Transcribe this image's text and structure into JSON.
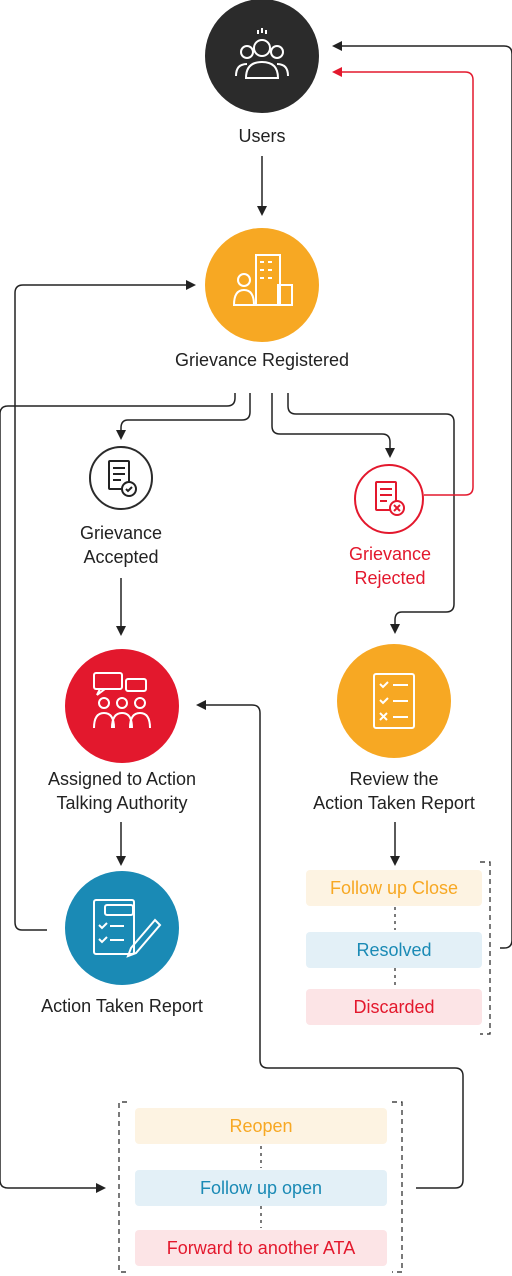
{
  "nodes": {
    "users": {
      "label": "Users",
      "icon": "users-group-icon",
      "color": "#2b2b2b"
    },
    "registered": {
      "label": "Grievance Registered",
      "icon": "building-person-icon",
      "color": "#f7a823"
    },
    "accepted": {
      "label": "Grievance\nAccepted",
      "icon": "document-check-icon",
      "color": "#2b2b2b"
    },
    "rejected": {
      "label": "Grievance\nRejected",
      "icon": "document-x-icon",
      "color": "#e3182d"
    },
    "assigned": {
      "label": "Assigned to Action\nTalking Authority",
      "icon": "meeting-chat-icon",
      "color": "#e3182d"
    },
    "review": {
      "label": "Review the\nAction Taken Report",
      "icon": "checklist-icon",
      "color": "#f7a823"
    },
    "atr": {
      "label": "Action Taken Report",
      "icon": "report-pen-icon",
      "color": "#1a8ab5"
    }
  },
  "review_outcomes": [
    "Follow up Close",
    "Resolved",
    "Discarded"
  ],
  "atr_outcomes": [
    "Reopen",
    "Follow up open",
    "Forward to another ATA"
  ],
  "colors": {
    "orange": "#f7a823",
    "red": "#e3182d",
    "blue": "#1a8ab5",
    "dark": "#2b2b2b"
  }
}
